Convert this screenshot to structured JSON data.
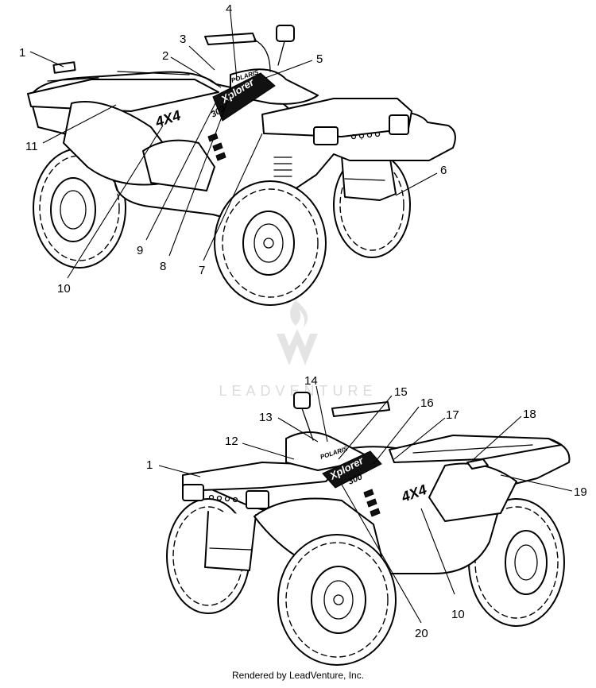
{
  "watermark": {
    "text": "LEADVENTURE"
  },
  "footer": {
    "text": "Rendered by LeadVenture, Inc."
  },
  "decals": {
    "brand": "POLARIS",
    "model": "Xplorer",
    "size": "300",
    "drive": "4X4"
  },
  "top_view": {
    "callouts": [
      "1",
      "2",
      "3",
      "4",
      "5",
      "6",
      "7",
      "8",
      "9",
      "10",
      "11"
    ]
  },
  "bottom_view": {
    "callouts": [
      "14",
      "15",
      "16",
      "17",
      "18",
      "13",
      "12",
      "1",
      "19",
      "10",
      "20"
    ]
  }
}
